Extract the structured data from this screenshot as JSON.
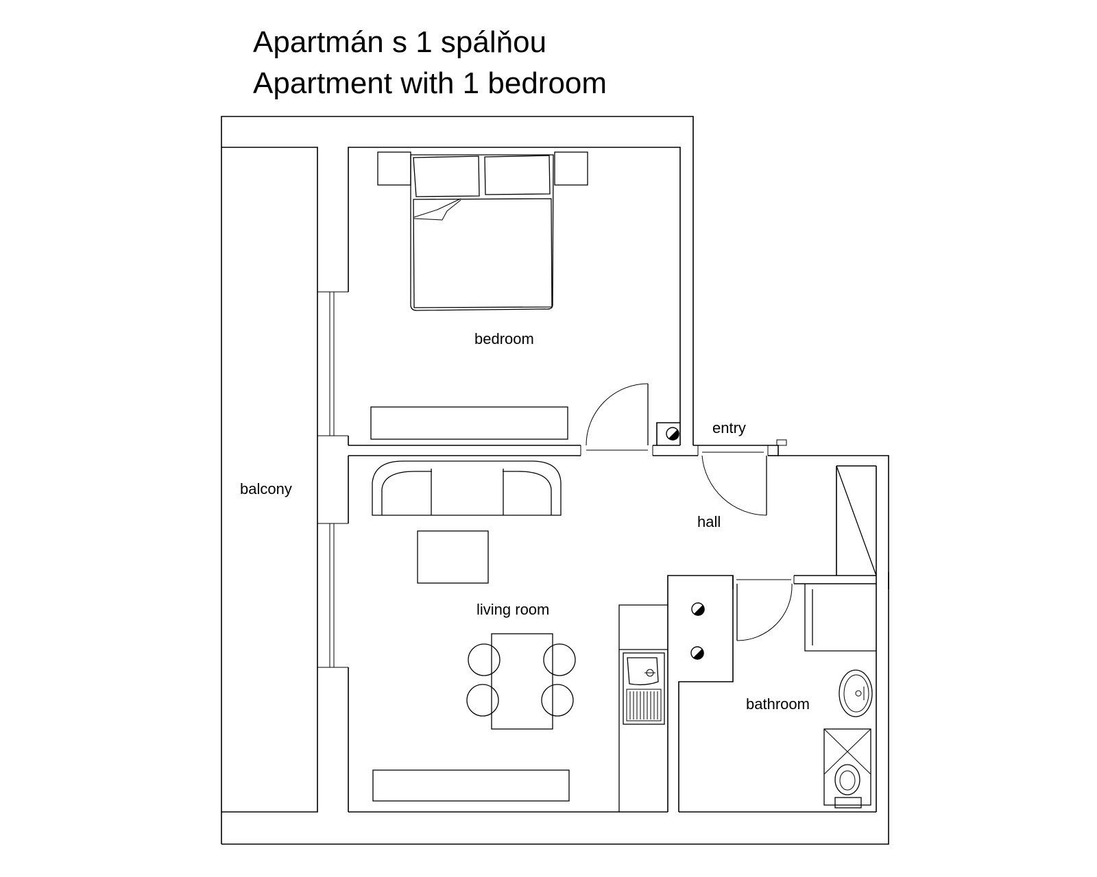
{
  "title": {
    "line1": "Apartmán s 1 spálňou",
    "line2": "Apartment with 1 bedroom"
  },
  "rooms": {
    "bedroom": "bedroom",
    "entry": "entry",
    "balcony": "balcony",
    "hall": "hall",
    "living_room": "living room",
    "bathroom": "bathroom"
  }
}
